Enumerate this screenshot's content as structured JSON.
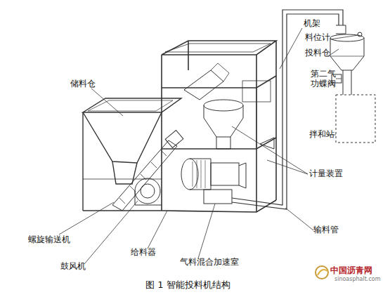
{
  "diagram": {
    "caption": "图 1 智能投料机结构",
    "labels": [
      "机架",
      "料位计",
      "投料仓",
      "第二气 功蝶阀",
      "拌和站",
      "储料仓",
      "计量装置",
      "螺旋输送机",
      "鼓风机",
      "给料器",
      "气料混合加速室",
      "输料管",
      "中国沥青网",
      "sinoasphalt.com"
    ]
  }
}
